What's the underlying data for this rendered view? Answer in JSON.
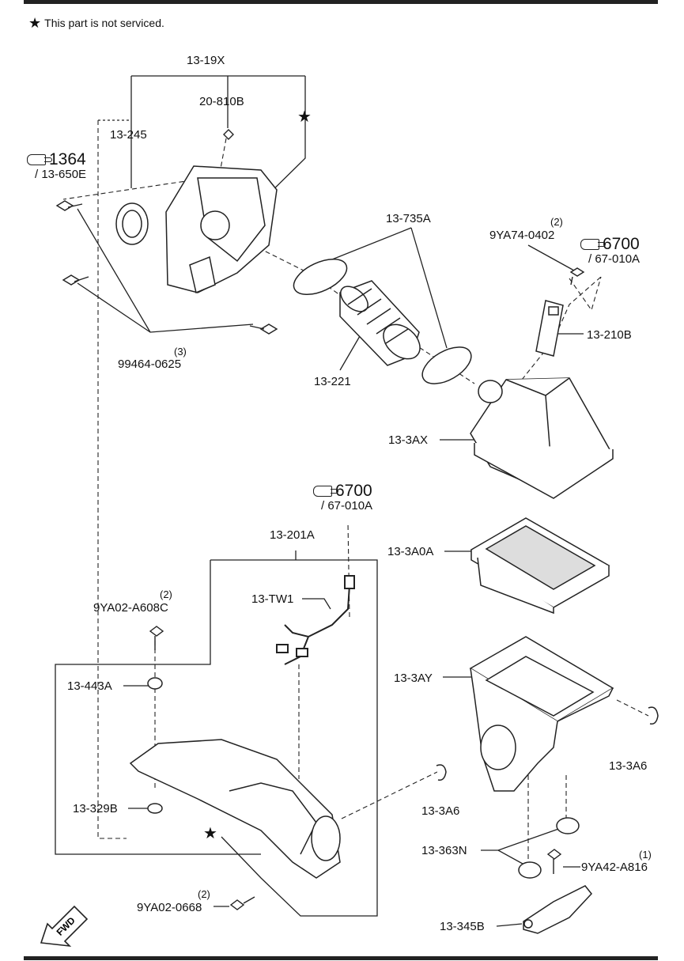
{
  "note": {
    "star": "★",
    "text": "This part is not serviced."
  },
  "labels": {
    "p13_19X": "13-19X",
    "p20_810B": "20-810B",
    "p13_245": "13-245",
    "p13_735A": "13-735A",
    "p9YA74_0402": "9YA74-0402",
    "p9YA74_0402_qty": "(2)",
    "p13_210B": "13-210B",
    "p99464_0625": "99464-0625",
    "p99464_0625_qty": "(3)",
    "p13_221": "13-221",
    "p13_3AX": "13-3AX",
    "p13_201A": "13-201A",
    "p13_3A0A": "13-3A0A",
    "p13_TW1": "13-TW1",
    "p9YA02_A608C": "9YA02-A608C",
    "p9YA02_A608C_qty": "(2)",
    "p13_443A": "13-443A",
    "p13_3AY": "13-3AY",
    "p13_3A6_right": "13-3A6",
    "p13_329B": "13-329B",
    "p13_3A6_mid": "13-3A6",
    "p13_363N": "13-363N",
    "p9YA42_A816": "9YA42-A816",
    "p9YA42_A816_qty": "(1)",
    "p9YA02_0668": "9YA02-0668",
    "p9YA02_0668_qty": "(2)",
    "p13_345B": "13-345B"
  },
  "refs": {
    "r1364": {
      "num": "1364",
      "sub": "/ 13-650E"
    },
    "r6700a": {
      "num": "6700",
      "sub": "/ 67-010A"
    },
    "r6700b": {
      "num": "6700",
      "sub": "/ 67-010A"
    }
  },
  "fwd": "FWD"
}
